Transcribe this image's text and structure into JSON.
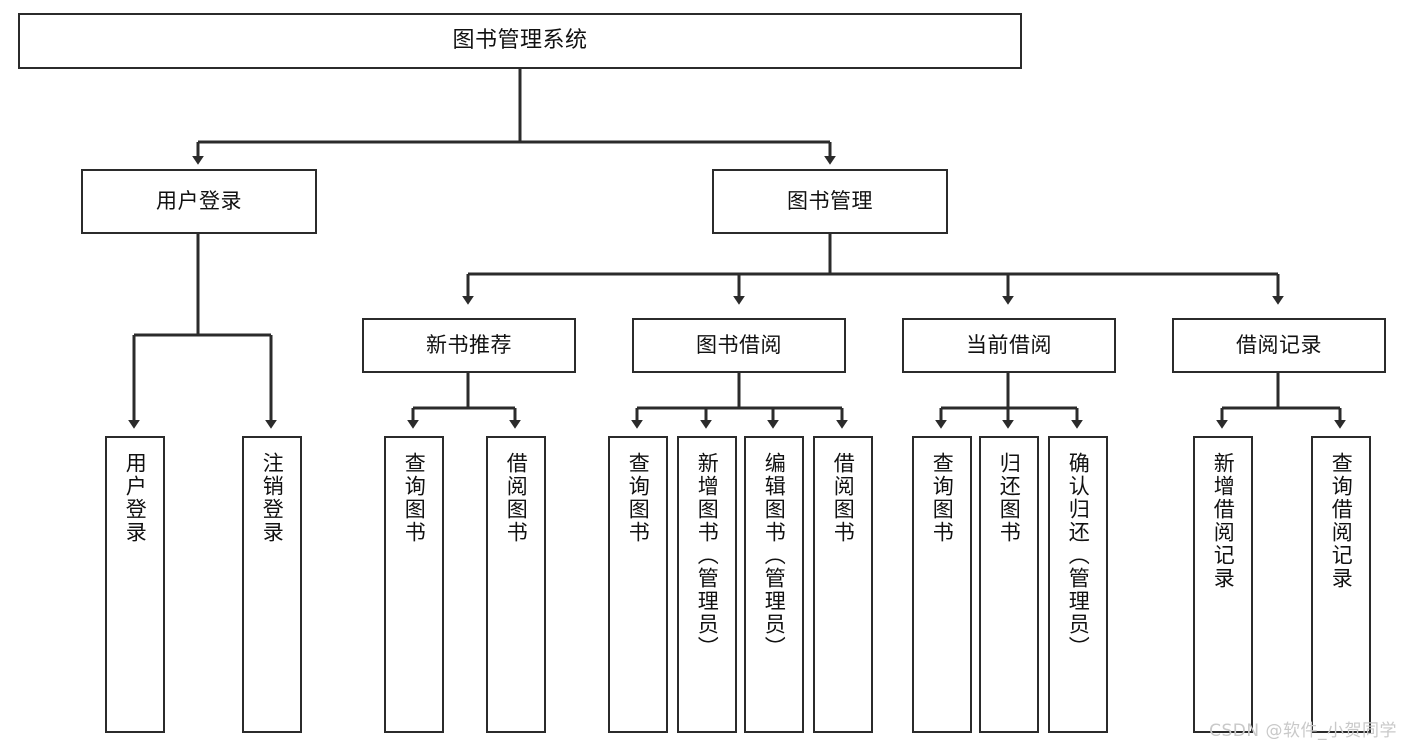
{
  "diagram": {
    "type": "tree-hierarchy",
    "title": "图书管理系统",
    "watermark": "CSDN @软件_小贺同学",
    "colors": {
      "stroke": "#2b2b2b",
      "fill": "#ffffff",
      "text": "#111111",
      "watermark": "#c9c9c9"
    },
    "nodes": {
      "root": {
        "label": "图书管理系统"
      },
      "level2": [
        {
          "id": "user-login",
          "label": "用户登录"
        },
        {
          "id": "book-manage",
          "label": "图书管理"
        }
      ],
      "level3": [
        {
          "id": "new-book-recommend",
          "label": "新书推荐"
        },
        {
          "id": "book-borrow",
          "label": "图书借阅"
        },
        {
          "id": "current-borrow",
          "label": "当前借阅"
        },
        {
          "id": "borrow-record",
          "label": "借阅记录"
        }
      ],
      "leaves": [
        {
          "id": "leaf-user-login",
          "label": "用户登录"
        },
        {
          "id": "leaf-logout-login",
          "label": "注销登录"
        },
        {
          "id": "leaf-query-book-1",
          "label": "查询图书"
        },
        {
          "id": "leaf-borrow-book-1",
          "label": "借阅图书"
        },
        {
          "id": "leaf-query-book-2",
          "label": "查询图书"
        },
        {
          "id": "leaf-add-book-admin",
          "label": "新增图书（管理员）"
        },
        {
          "id": "leaf-edit-book-admin",
          "label": "编辑图书（管理员）"
        },
        {
          "id": "leaf-borrow-book-2",
          "label": "借阅图书"
        },
        {
          "id": "leaf-query-book-3",
          "label": "查询图书"
        },
        {
          "id": "leaf-return-book",
          "label": "归还图书"
        },
        {
          "id": "leaf-confirm-return-admin",
          "label": "确认归还（管理员）"
        },
        {
          "id": "leaf-add-borrow-record",
          "label": "新增借阅记录"
        },
        {
          "id": "leaf-query-borrow-record",
          "label": "查询借阅记录"
        }
      ]
    }
  }
}
